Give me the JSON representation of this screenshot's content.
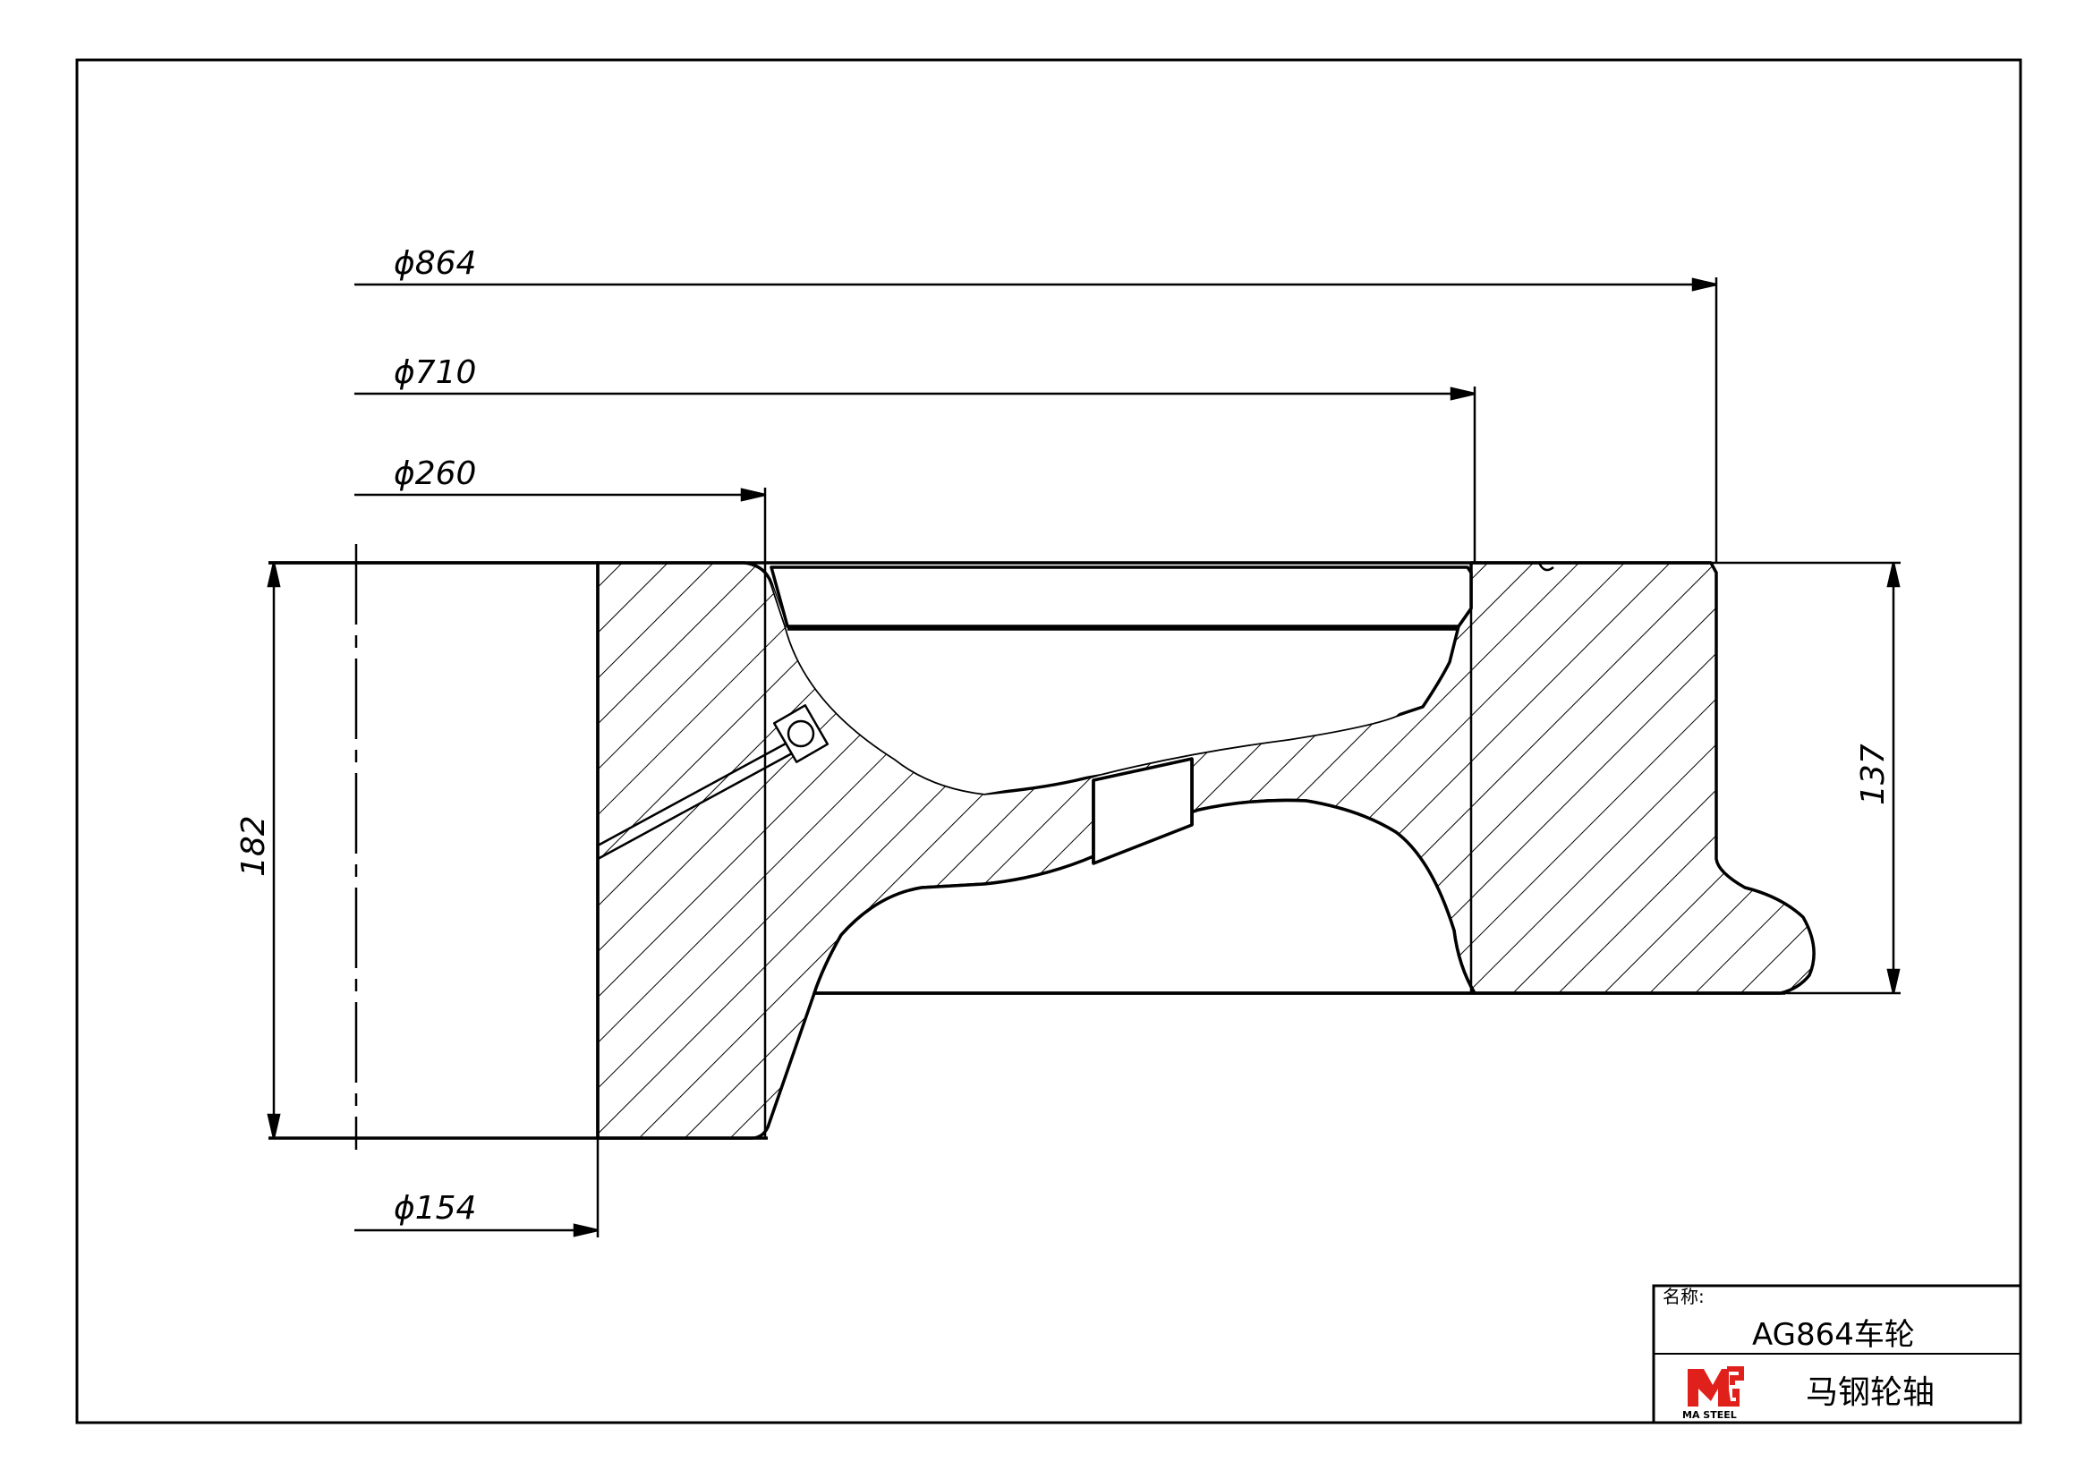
{
  "dimensions": {
    "d864": "ϕ864",
    "d710": "ϕ710",
    "d260": "ϕ260",
    "d154": "ϕ154",
    "h182": "182",
    "h137": "137"
  },
  "title_block": {
    "name_label": "名称:",
    "name_value": "AG864车轮",
    "company": "马钢轮轴",
    "logo_text": "MA STEEL"
  },
  "colors": {
    "line": "#000000",
    "logo_red": "#e0201b"
  }
}
